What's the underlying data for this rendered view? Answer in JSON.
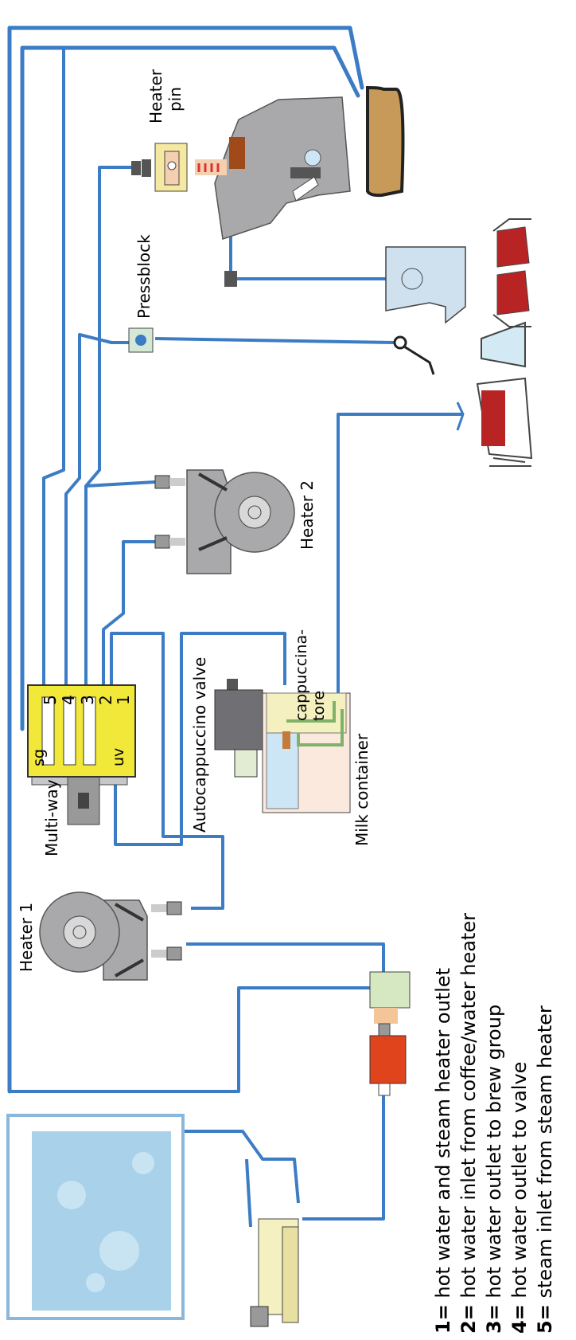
{
  "labels": {
    "heater_pin": [
      "Heater",
      "pin"
    ],
    "pressblock": "Pressblock",
    "heater2": "Heater 2",
    "heater1": "Heater 1",
    "cappuccinatore": [
      "cappuccina-",
      "tore"
    ],
    "autocappuccino_valve": "Autocappuccino valve",
    "milk_container": "Milk container",
    "multi_way": "Multi-way",
    "sg": "sg",
    "uv": "uv",
    "port_numbers": [
      "5",
      "4",
      "3",
      "2",
      "1"
    ]
  },
  "legend": [
    {
      "key": "1=",
      "text": " hot water and steam heater outlet"
    },
    {
      "key": "2=",
      "text": " hot water inlet from coffee/water heater"
    },
    {
      "key": "3=",
      "text": " hot water outlet to brew group"
    },
    {
      "key": "4=",
      "text": " hot water outlet to valve"
    },
    {
      "key": "5=",
      "text": " steam inlet from steam heater"
    }
  ],
  "colors": {
    "pipe": "#3b7cc4",
    "valve_body": "#f2e83a",
    "heater": "#a9a9ab",
    "pump": "#e0441c",
    "coffee": "#c79a5a",
    "cup_fill": "#b82424"
  }
}
